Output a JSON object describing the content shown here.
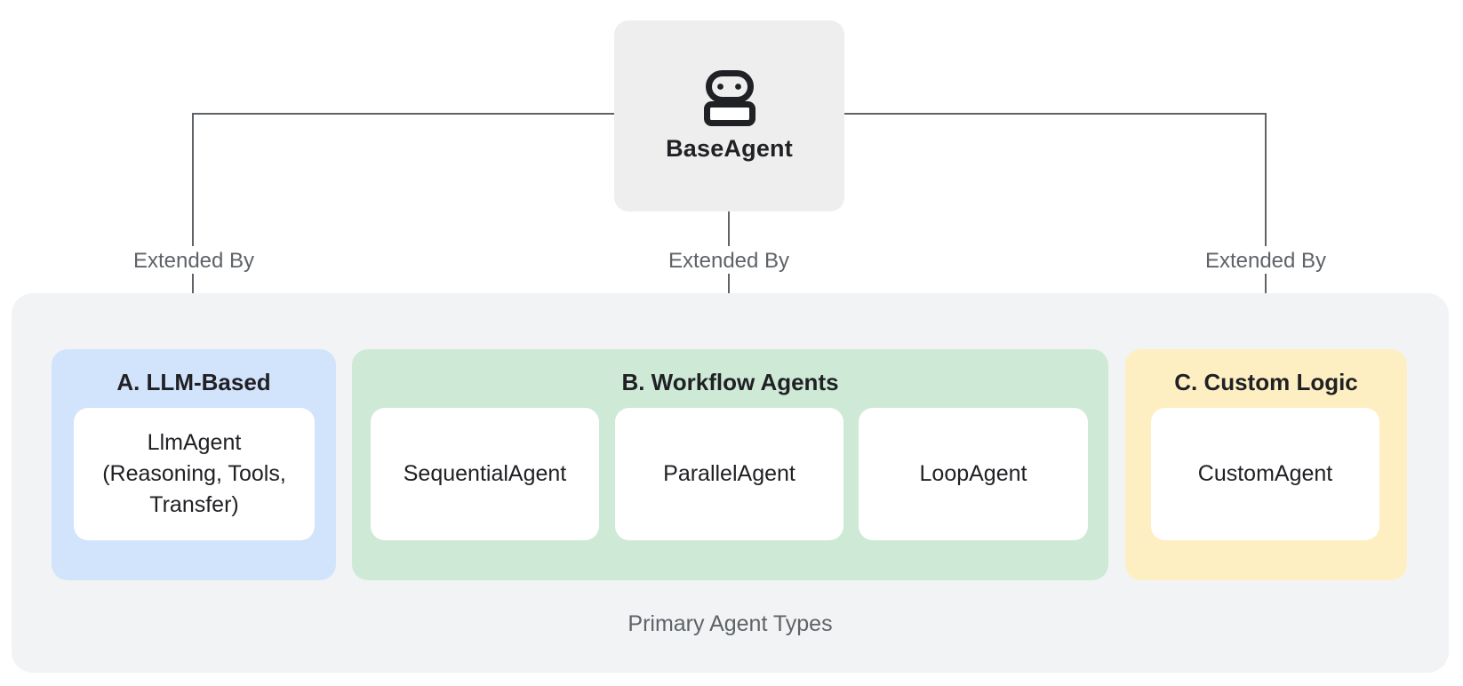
{
  "diagram": {
    "base_agent": {
      "label": "BaseAgent",
      "icon": "robot-icon"
    },
    "connections": [
      {
        "label": "Extended By"
      },
      {
        "label": "Extended By"
      },
      {
        "label": "Extended By"
      }
    ],
    "group": {
      "caption": "Primary Agent Types",
      "sections": [
        {
          "title": "A. LLM-Based",
          "bg": "#d2e3fc",
          "cards": [
            "LlmAgent\n(Reasoning, Tools,\nTransfer)"
          ]
        },
        {
          "title": "B. Workflow Agents",
          "bg": "#ceead6",
          "cards": [
            "SequentialAgent",
            "ParallelAgent",
            "LoopAgent"
          ]
        },
        {
          "title": "C. Custom Logic",
          "bg": "#feefc3",
          "cards": [
            "CustomAgent"
          ]
        }
      ]
    },
    "colors": {
      "base_agent_bg": "#eeeeee",
      "group_bg": "#f1f3f4",
      "section_llm_bg": "#d2e3fc",
      "section_workflow_bg": "#ceead6",
      "section_custom_bg": "#feefc3",
      "card_bg": "#ffffff",
      "connector": "#5f6368",
      "text_dark": "#202124",
      "text_gray": "#5f6368"
    }
  }
}
